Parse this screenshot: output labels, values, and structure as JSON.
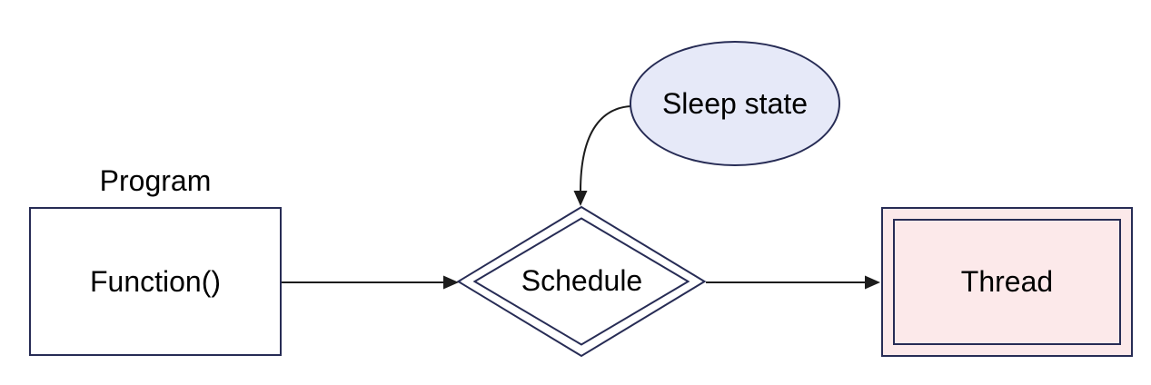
{
  "diagram": {
    "nodes": {
      "program": {
        "label": "Program",
        "shape": "label"
      },
      "function": {
        "label": "Function()",
        "shape": "rectangle"
      },
      "schedule": {
        "label": "Schedule",
        "shape": "double-diamond"
      },
      "thread": {
        "label": "Thread",
        "shape": "double-rectangle"
      },
      "sleep": {
        "label": "Sleep state",
        "shape": "ellipse"
      }
    },
    "edges": [
      {
        "from": "Function()",
        "to": "Schedule",
        "style": "straight-arrow"
      },
      {
        "from": "Schedule",
        "to": "Thread",
        "style": "straight-arrow"
      },
      {
        "from": "Sleep state",
        "to": "Schedule",
        "style": "curved-arrow"
      }
    ],
    "colors": {
      "background": "#ffffff",
      "shape_border": "#272c55",
      "arrow": "#1c1c1c",
      "text": "#000000",
      "node_fill": "#ffffff",
      "thread_fill": "#fce9ea",
      "sleep_fill": "#e6e9f8"
    }
  }
}
